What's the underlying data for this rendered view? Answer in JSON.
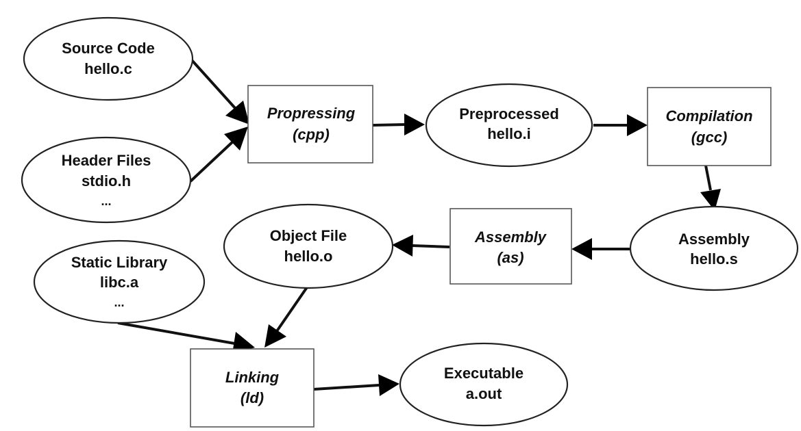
{
  "nodes": {
    "source_code": {
      "line1": "Source Code",
      "line2": "hello.c"
    },
    "header_files": {
      "line1": "Header Files",
      "line2": "stdio.h",
      "line3": "..."
    },
    "preprocessing": {
      "line1": "Propressing",
      "line2": "(cpp)"
    },
    "preprocessed": {
      "line1": "Preprocessed",
      "line2": "hello.i"
    },
    "compilation": {
      "line1": "Compilation",
      "line2": "(gcc)"
    },
    "assembly_file": {
      "line1": "Assembly",
      "line2": "hello.s"
    },
    "assembly_step": {
      "line1": "Assembly",
      "line2": "(as)"
    },
    "object_file": {
      "line1": "Object File",
      "line2": "hello.o"
    },
    "static_library": {
      "line1": "Static Library",
      "line2": "libc.a",
      "line3": "..."
    },
    "linking": {
      "line1": "Linking",
      "line2": "(ld)"
    },
    "executable": {
      "line1": "Executable",
      "line2": "a.out"
    }
  },
  "edges": [
    {
      "from": "source_code",
      "to": "preprocessing"
    },
    {
      "from": "header_files",
      "to": "preprocessing"
    },
    {
      "from": "preprocessing",
      "to": "preprocessed"
    },
    {
      "from": "preprocessed",
      "to": "compilation"
    },
    {
      "from": "compilation",
      "to": "assembly_file"
    },
    {
      "from": "assembly_file",
      "to": "assembly_step"
    },
    {
      "from": "assembly_step",
      "to": "object_file"
    },
    {
      "from": "object_file",
      "to": "linking"
    },
    {
      "from": "static_library",
      "to": "linking"
    },
    {
      "from": "linking",
      "to": "executable"
    }
  ],
  "colors": {
    "stroke": "#111111",
    "fill": "#ffffff",
    "arrowhead": "#000000"
  }
}
